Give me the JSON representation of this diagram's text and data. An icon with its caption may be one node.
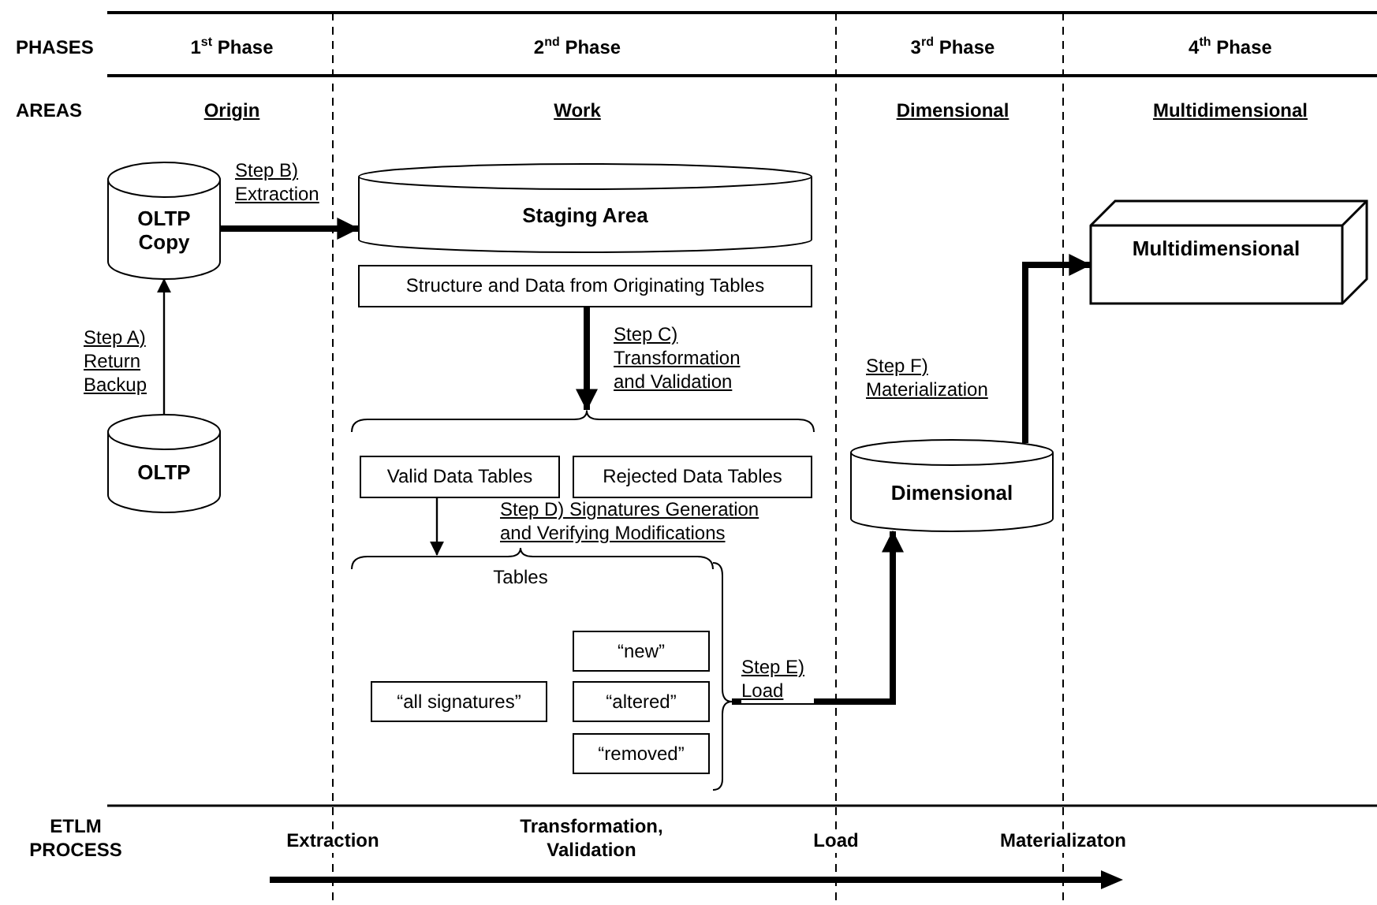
{
  "diagram": {
    "nodes": [
      {
        "text": [
          "OLTP Copy"
        ]
      },
      {
        "text": [
          "Staging Area"
        ]
      },
      {
        "text": [
          "Structure and Data from Originating Tables"
        ]
      },
      {
        "text": [],
        "shape": "bracket"
      },
      {
        "text": [
          "Valid Data Tables"
        ],
        "in": 3
      },
      {
        "text": [
          "Rejected Data Tables"
        ],
        "in": 3
      },
      {
        "text": [
          "Tables"
        ]
      },
      {
        "text": [
          "“new”"
        ],
        "in": 6
      },
      {
        "text": [
          "“all signatures”"
        ],
        "in": 6
      },
      {
        "text": [
          "“altered”"
        ],
        "in": 6
      },
      {
        "text": [
          "“removed”"
        ],
        "in": 6
      },
      {
        "text": [
          "OLTP"
        ]
      },
      {
        "text": [
          "Dimensional"
        ]
      },
      {
        "text": [
          "Multidimensional"
        ]
      }
    ],
    "edges": [
      {
        "from": 11,
        "to": 0,
        "arrow": "to",
        "label": "Step A) Return Backup"
      },
      {
        "from": 0,
        "to": 1,
        "arrow": "to",
        "label": "Step B) Extraction"
      },
      {
        "from": 2,
        "to": 3,
        "arrow": "to",
        "label": "Step C) Transformation and Validation"
      },
      {
        "from": 4,
        "to": 6,
        "arrow": "to",
        "label": "Step D) Signatures Generation and Verifying Modifications"
      },
      {
        "from": 6,
        "to": 12,
        "arrow": "to",
        "label": "Step E) Load"
      },
      {
        "from": 12,
        "to": 13,
        "arrow": "to",
        "label": "Step F) Materialization"
      }
    ],
    "labels": [
      "PHASES",
      "1$^{st}$ Phase",
      "2$^{nd}$ Phase",
      "3$^{rd}$ Phase",
      "4$^{th}$ Phase",
      "AREAS",
      "Origin",
      "Work",
      "Dimensional",
      "Multidimensional",
      "ETLM PROCESS",
      "Extraction",
      "Transformation, Validation",
      "Load",
      "Materializaton"
    ]
  }
}
